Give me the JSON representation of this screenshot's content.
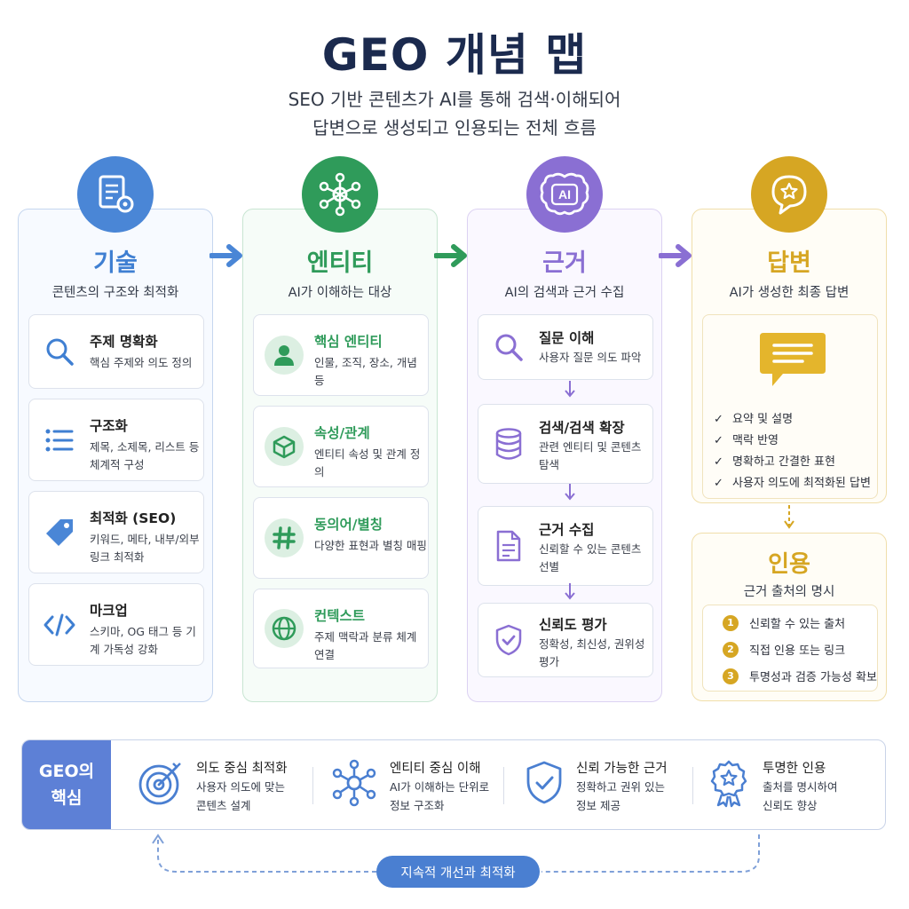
{
  "header": {
    "title": "GEO 개념 맵",
    "subtitle_line1": "SEO 기반 콘텐츠가 AI를 통해 검색·이해되어",
    "subtitle_line2": "답변으로 생성되고 인용되는 전체 흐름"
  },
  "colors": {
    "tech": "#3f7fd2",
    "entity": "#2f9b5a",
    "evidence": "#8a6fd3",
    "answer": "#d6a623",
    "core": "#5d80d6"
  },
  "columns": [
    {
      "title": "기술",
      "subtitle": "콘텐츠의 구조와 최적화",
      "icon": "document-gear-icon",
      "cards": [
        {
          "title": "주제 명확화",
          "desc": "핵심 주제와 의도 정의",
          "icon": "magnifier-icon"
        },
        {
          "title": "구조화",
          "desc": "제목, 소제목, 리스트 등 체계적 구성",
          "icon": "list-icon"
        },
        {
          "title": "최적화 (SEO)",
          "desc": "키워드, 메타, 내부/외부 링크 최적화",
          "icon": "tag-icon"
        },
        {
          "title": "마크업",
          "desc": "스키마, OG 태그 등 기계 가독성 강화",
          "icon": "code-icon"
        }
      ]
    },
    {
      "title": "엔티티",
      "subtitle": "AI가 이해하는 대상",
      "icon": "network-icon",
      "cards": [
        {
          "title": "핵심 엔티티",
          "desc": "인물, 조직, 장소, 개념 등",
          "icon": "person-icon"
        },
        {
          "title": "속성/관계",
          "desc": "엔티티 속성 및 관계 정의",
          "icon": "cube-icon"
        },
        {
          "title": "동의어/별칭",
          "desc": "다양한 표현과 별칭 매핑",
          "icon": "hash-icon"
        },
        {
          "title": "컨텍스트",
          "desc": "주제 맥락과 분류 체계 연결",
          "icon": "globe-icon"
        }
      ]
    },
    {
      "title": "근거",
      "subtitle": "AI의 검색과 근거 수집",
      "icon": "ai-brain-icon",
      "brain_label": "AI",
      "cards": [
        {
          "title": "질문 이해",
          "desc": "사용자 질문 의도 파악",
          "icon": "magnifier-icon"
        },
        {
          "title": "검색/검색 확장",
          "desc": "관련 엔티티 및 콘텐츠 탐색",
          "icon": "database-icon"
        },
        {
          "title": "근거 수집",
          "desc": "신뢰할 수 있는 콘텐츠 선별",
          "icon": "file-icon"
        },
        {
          "title": "신뢰도 평가",
          "desc": "정확성, 최신성, 권위성 평가",
          "icon": "shield-check-icon"
        }
      ]
    },
    {
      "title": "답변",
      "subtitle": "AI가 생성한 최종 답변",
      "icon": "chat-star-icon",
      "checks": [
        "요약 및 설명",
        "맥락 반영",
        "명확하고 간결한 표현",
        "사용자 의도에 최적화된 답변"
      ]
    }
  ],
  "citation": {
    "title": "인용",
    "subtitle": "근거 출처의 명시",
    "items": [
      "신뢰할 수 있는 출처",
      "직접 인용 또는 링크",
      "투명성과 검증 가능성 확보"
    ]
  },
  "core": {
    "label_line1": "GEO의",
    "label_line2": "핵심",
    "items": [
      {
        "title": "의도 중심 최적화",
        "desc1": "사용자 의도에 맞는",
        "desc2": "콘텐츠 설계",
        "icon": "target-icon"
      },
      {
        "title": "엔티티 중심 이해",
        "desc1": "AI가 이해하는 단위로",
        "desc2": "정보 구조화",
        "icon": "network-icon"
      },
      {
        "title": "신뢰 가능한 근거",
        "desc1": "정확하고 권위 있는",
        "desc2": "정보 제공",
        "icon": "shield-check-icon"
      },
      {
        "title": "투명한 인용",
        "desc1": "출처를 명시하여",
        "desc2": "신뢰도 향상",
        "icon": "award-icon"
      }
    ]
  },
  "loop": {
    "label": "지속적 개선과 최적화"
  }
}
